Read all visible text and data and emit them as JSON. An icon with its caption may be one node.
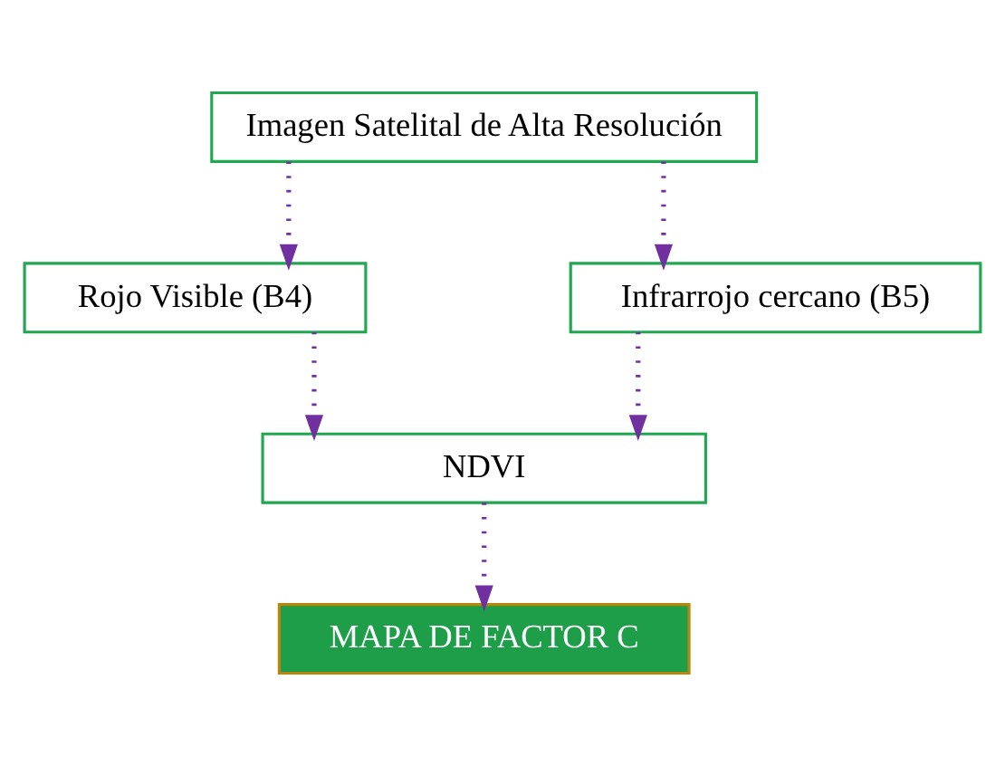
{
  "diagram": {
    "nodes": [
      {
        "text": [
          "Imagen Satelital de Alta Resolución"
        ]
      },
      {
        "text": [
          "Rojo Visible (B4)"
        ]
      },
      {
        "text": [
          "Infrarrojo cercano (B5)"
        ]
      },
      {
        "text": [
          "NDVI"
        ]
      },
      {
        "text": [
          "MAPA DE FACTOR C"
        ]
      }
    ],
    "edges": [
      {
        "from": 0,
        "to": 1,
        "arrow": "to"
      },
      {
        "from": 0,
        "to": 2,
        "arrow": "to"
      },
      {
        "from": 1,
        "to": 3,
        "arrow": "to"
      },
      {
        "from": 2,
        "to": 3,
        "arrow": "to"
      },
      {
        "from": 3,
        "to": 4,
        "arrow": "to"
      }
    ]
  }
}
